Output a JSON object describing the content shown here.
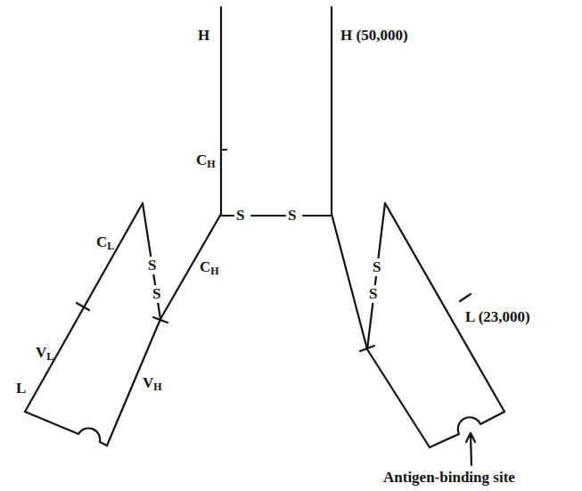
{
  "diagram": {
    "labels": [
      "H",
      "H (50,000)",
      "CH",
      "S",
      "S",
      "CL",
      "S",
      "S",
      "CH",
      "S",
      "S",
      "L (23,000)",
      "VL",
      "L",
      "VH",
      "Antigen-binding site"
    ]
  }
}
